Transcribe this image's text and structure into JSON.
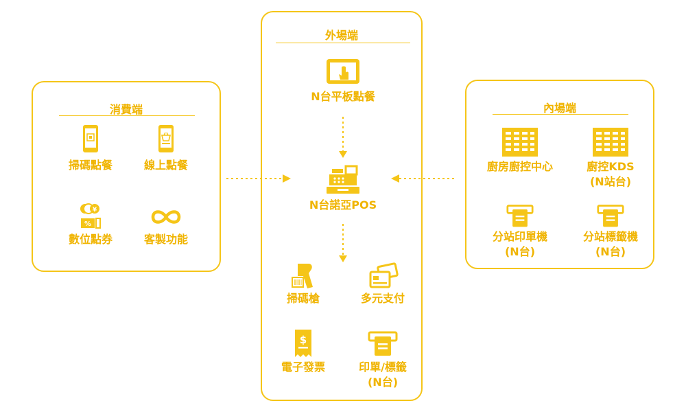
{
  "colors": {
    "accent": "#f5c518",
    "text": "#f0b400"
  },
  "consumer": {
    "title": "消費端",
    "items": [
      {
        "label": "掃碼點餐",
        "icon": "qr-phone-icon"
      },
      {
        "label": "線上點餐",
        "icon": "shopping-phone-icon"
      },
      {
        "label": "數位點券",
        "icon": "coupon-icon"
      },
      {
        "label": "客製功能",
        "icon": "infinity-icon"
      }
    ]
  },
  "front": {
    "title": "外場端",
    "tablet": {
      "label": "N台平板點餐",
      "icon": "tablet-touch-icon"
    },
    "pos": {
      "label": "N台諾亞POS",
      "icon": "cash-register-icon"
    },
    "items": [
      {
        "label": "掃碼槍",
        "icon": "barcode-scanner-icon"
      },
      {
        "label": "多元支付",
        "icon": "payment-cards-icon"
      },
      {
        "label": "電子發票",
        "icon": "receipt-icon"
      },
      {
        "label": "印單/標籤",
        "sub": "(N台)",
        "icon": "printer-icon"
      }
    ]
  },
  "kitchen": {
    "title": "內場端",
    "items": [
      {
        "label": "廚房廚控中心",
        "icon": "grid-display-icon"
      },
      {
        "label": "廚控KDS",
        "sub": "(N站台)",
        "icon": "grid-display-icon"
      },
      {
        "label": "分站印單機",
        "sub": "(N台)",
        "icon": "printer-icon"
      },
      {
        "label": "分站標籤機",
        "sub": "(N台)",
        "icon": "printer-icon"
      }
    ]
  }
}
